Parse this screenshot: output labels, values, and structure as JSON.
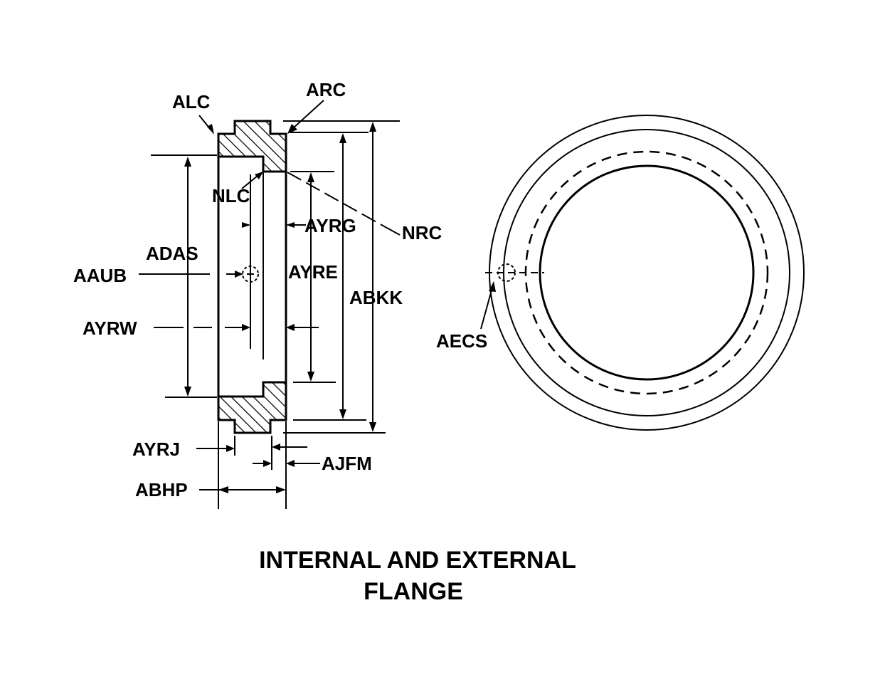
{
  "title": {
    "line1": "INTERNAL AND EXTERNAL",
    "line2": "FLANGE"
  },
  "labels": {
    "alc": "ALC",
    "arc": "ARC",
    "nlc": "NLC",
    "nrc": "NRC",
    "ayrg": "AYRG",
    "adas": "ADAS",
    "aaub": "AAUB",
    "ayre": "AYRE",
    "abkk": "ABKK",
    "ayrw": "AYRW",
    "ayrj": "AYRJ",
    "ajfm": "AJFM",
    "abhp": "ABHP",
    "aecs": "AECS"
  },
  "colors": {
    "ink": "#000000",
    "background": "#ffffff"
  }
}
